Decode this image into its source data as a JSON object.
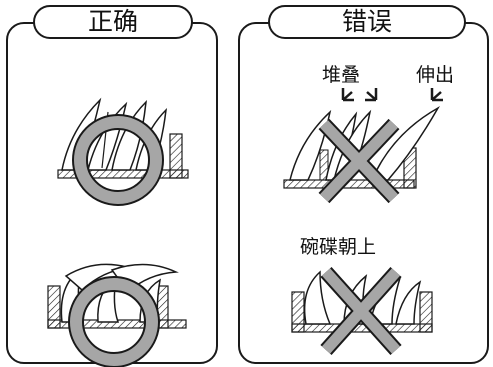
{
  "correct_panel": {
    "title": "正确"
  },
  "wrong_panel": {
    "title": "错误",
    "labels": {
      "stacked": "堆叠",
      "sticking_out": "伸出",
      "upside_up": "碗碟朝上"
    }
  },
  "colors": {
    "line": "#1a1a1a",
    "ring": "#a6a6a6",
    "ring_inner": "#ffffff",
    "cross": "#a6a6a6"
  }
}
